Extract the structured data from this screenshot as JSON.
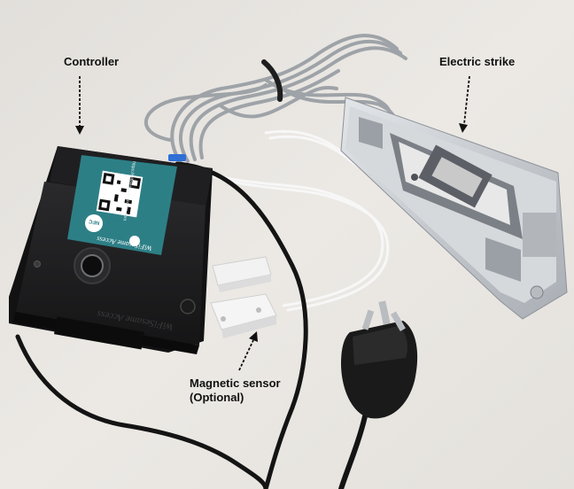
{
  "labels": {
    "controller": "Controller",
    "electric_strike": "Electric strike",
    "magnetic_sensor_line1": "Magnetic sensor",
    "magnetic_sensor_line2": "(Optional)"
  },
  "device": {
    "url_text": "https://wifisesame-access.com",
    "nfc_text": "NFC",
    "brand_text": "WiFiSesame Access",
    "side_brand_text": "WiFiSesame Access"
  },
  "colors": {
    "background": "#e9e6e2",
    "controller_body": "#1b1b1c",
    "sticker": "#2d7f86",
    "strike_metal": "#c9cdd2",
    "cable_grey": "#9ea3a8",
    "cable_white": "#f4f4f4",
    "cable_black": "#141414"
  }
}
